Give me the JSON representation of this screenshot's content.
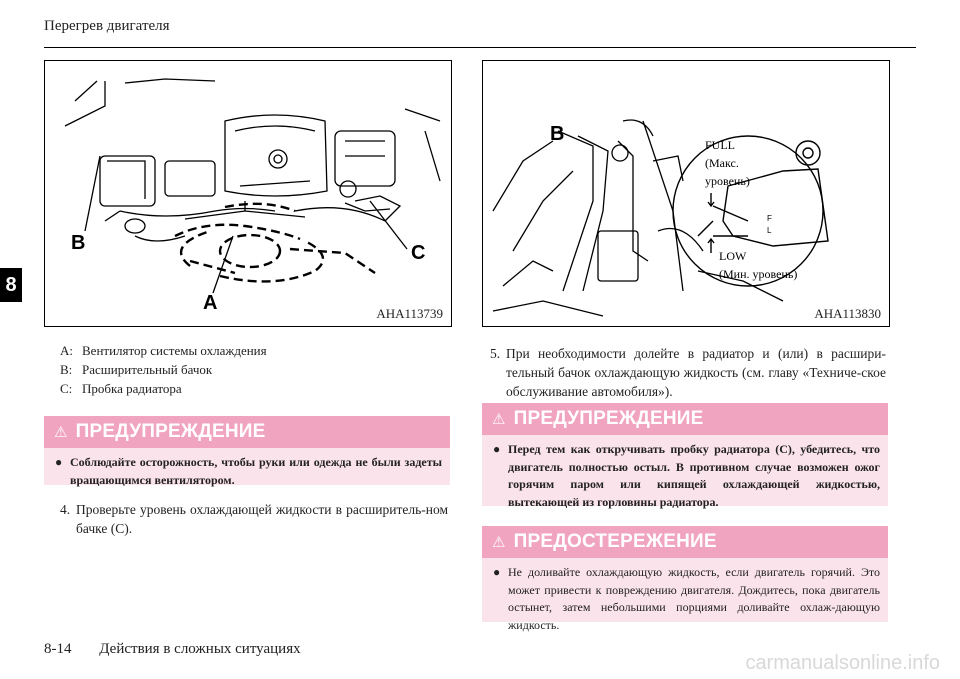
{
  "header": {
    "title": "Перегрев двигателя"
  },
  "chapter_tab": "8",
  "figure_left": {
    "code": "AHA113739",
    "labels": {
      "a": "A",
      "b": "B",
      "c": "C"
    }
  },
  "figure_right": {
    "code": "AHA113830",
    "labels": {
      "b": "B",
      "full": "FULL",
      "full_sub1": "(Макс.",
      "full_sub2": "уровень)",
      "low": "LOW",
      "low_sub": "(Мин. уровень)",
      "f_mark": "F",
      "l_mark": "L"
    }
  },
  "legend": [
    {
      "key": "A:",
      "text": "Вентилятор системы охлаждения"
    },
    {
      "key": "B:",
      "text": "Расширительный бачок"
    },
    {
      "key": "C:",
      "text": "Пробка радиатора"
    }
  ],
  "warning_left": {
    "title": "ПРЕДУПРЕЖДЕНИЕ",
    "bullet": "●",
    "text": "Соблюдайте осторожность, чтобы руки или одежда не были задеты вращающимся вентилятором."
  },
  "step4": {
    "num": "4.",
    "text": "Проверьте уровень охлаждающей жидкости в расширитель-ном бачке (C)."
  },
  "step5": {
    "num": "5.",
    "text": "При необходимости долейте в радиатор и (или) в расшири-тельный бачок охлаждающую жидкость (см. главу «Техниче-ское обслуживание автомобиля»)."
  },
  "warning_right": {
    "title": "ПРЕДУПРЕЖДЕНИЕ",
    "bullet": "●",
    "text": "Перед тем как откручивать пробку радиатора (C), убедитесь, что двигатель полностью остыл. В противном случае возможен ожог горячим паром или кипящей охлаждающей жидкостью, вытекающей из горловины радиатора."
  },
  "caution_right": {
    "title": "ПРЕДОСТЕРЕЖЕНИЕ",
    "bullet": "●",
    "text": "Не доливайте охлаждающую жидкость, если двигатель горячий. Это может привести к повреждению двигателя. Дождитесь, пока двигатель остынет, затем небольшими порциями доливайте охлаж-дающую жидкость."
  },
  "footer": {
    "page": "8-14",
    "section": "Действия в сложных ситуациях"
  },
  "watermark": "carmanualsonline.info"
}
